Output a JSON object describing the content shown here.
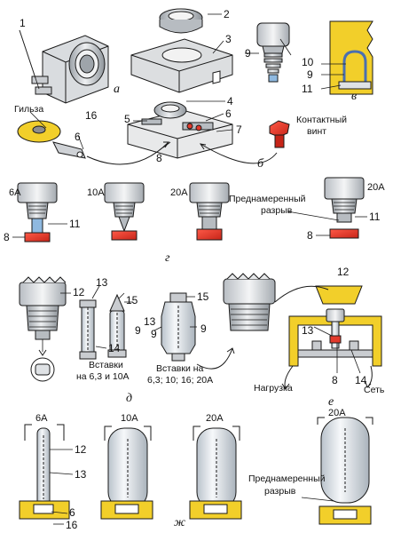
{
  "sections": {
    "a": "а",
    "b": "б",
    "v": "в",
    "g": "г",
    "d": "д",
    "e": "е",
    "zh": "ж"
  },
  "numbers": {
    "n1": "1",
    "n2": "2",
    "n3": "3",
    "n4": "4",
    "n5": "5",
    "n6": "6",
    "n7": "7",
    "n8": "8",
    "n9": "9",
    "n10": "10",
    "n11": "11",
    "n12": "12",
    "n13": "13",
    "n14": "14",
    "n15": "15",
    "n16": "16"
  },
  "texts": {
    "sleeve": "Гильза",
    "contact_screw": [
      "Контактный",
      "винт"
    ],
    "intentional_break": [
      "Преднамеренный",
      "разрыв"
    ],
    "inserts_small": [
      "Вставки",
      "на 6,3 и 10А"
    ],
    "inserts_large": [
      "Вставки на",
      "6,3; 10; 16; 20А"
    ],
    "load": "Нагрузка",
    "network": "Сеть"
  },
  "ratings": {
    "r6": "6А",
    "r10": "10А",
    "r20": "20А"
  },
  "colors": {
    "metal": "#c9ccd0",
    "metal_dark": "#8d9298",
    "fuse_red": "#e23a2c",
    "yellow": "#f2cf2a",
    "outline": "#1a1a1a",
    "glass": "#dfe6ec"
  }
}
